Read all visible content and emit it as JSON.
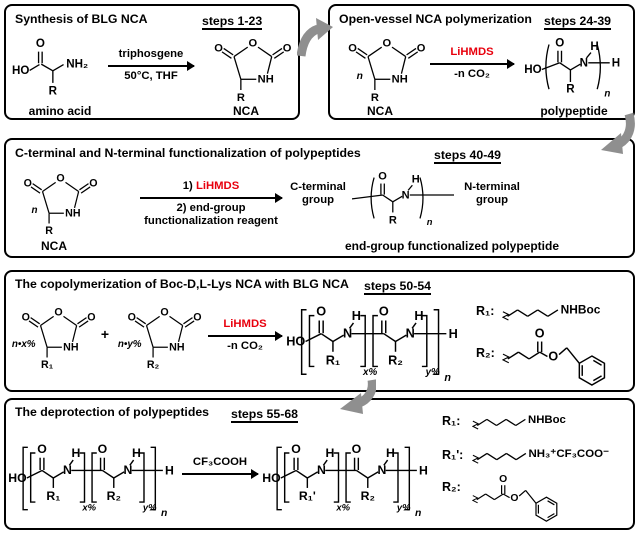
{
  "colors": {
    "reagent_red": "#e8000d",
    "flow_arrow_gray": "#8f8f8f",
    "panel_border": "#000000",
    "background": "#ffffff"
  },
  "atoms": {
    "ho": "HO",
    "o": "O",
    "nh": "NH",
    "nh2": "NH₂",
    "n_atom": "N",
    "h": "H",
    "r": "R",
    "r1": "R₁",
    "r1_prime": "R₁'",
    "r2": "R₂",
    "sub_n": "n",
    "sub_x": "x%",
    "sub_y": "y%",
    "nhboc": "NHBoc",
    "ammonium": "NH₃⁺CF₃COO⁻"
  },
  "p1": {
    "title": "Synthesis of BLG NCA",
    "steps": "steps 1-23",
    "above_arrow": "triphosgene",
    "below_arrow": "50°C, THF",
    "cap_left": "amino acid",
    "cap_right": "NCA"
  },
  "p2": {
    "title": "Open-vessel NCA polymerization",
    "steps": "steps 24-39",
    "above_arrow": "LiHMDS",
    "below_arrow": "-n CO₂",
    "cap_left": "NCA",
    "cap_right": "polypeptide"
  },
  "p3": {
    "title": "C-terminal and N-terminal functionalization of polypeptides",
    "steps": "steps 40-49",
    "above_prefix": "1)",
    "above_reagent": "LiHMDS",
    "below_line1": "2) end-group",
    "below_line2": "functionalization reagent",
    "cap_left": "NCA",
    "cterm_line1": "C-terminal",
    "cterm_line2": "group",
    "nterm_line1": "N-terminal",
    "nterm_line2": "group",
    "cap_product": "end-group functionalized polypeptide"
  },
  "p4": {
    "title": "The copolymerization of Boc-D,L-Lys NCA with BLG NCA",
    "steps": "steps 50-54",
    "prefix_x": "n•x%",
    "plus": "+",
    "prefix_y": "n•y%",
    "above_arrow": "LiHMDS",
    "below_arrow": "-n CO₂",
    "legend_r1": "R₁:",
    "legend_r2": "R₂:"
  },
  "p5": {
    "title": "The deprotection of polypeptides",
    "steps": "steps 55-68",
    "above_arrow": "CF₃COOH",
    "legend_r1": "R₁:",
    "legend_r1_prime": "R₁':",
    "legend_r2": "R₂:"
  }
}
